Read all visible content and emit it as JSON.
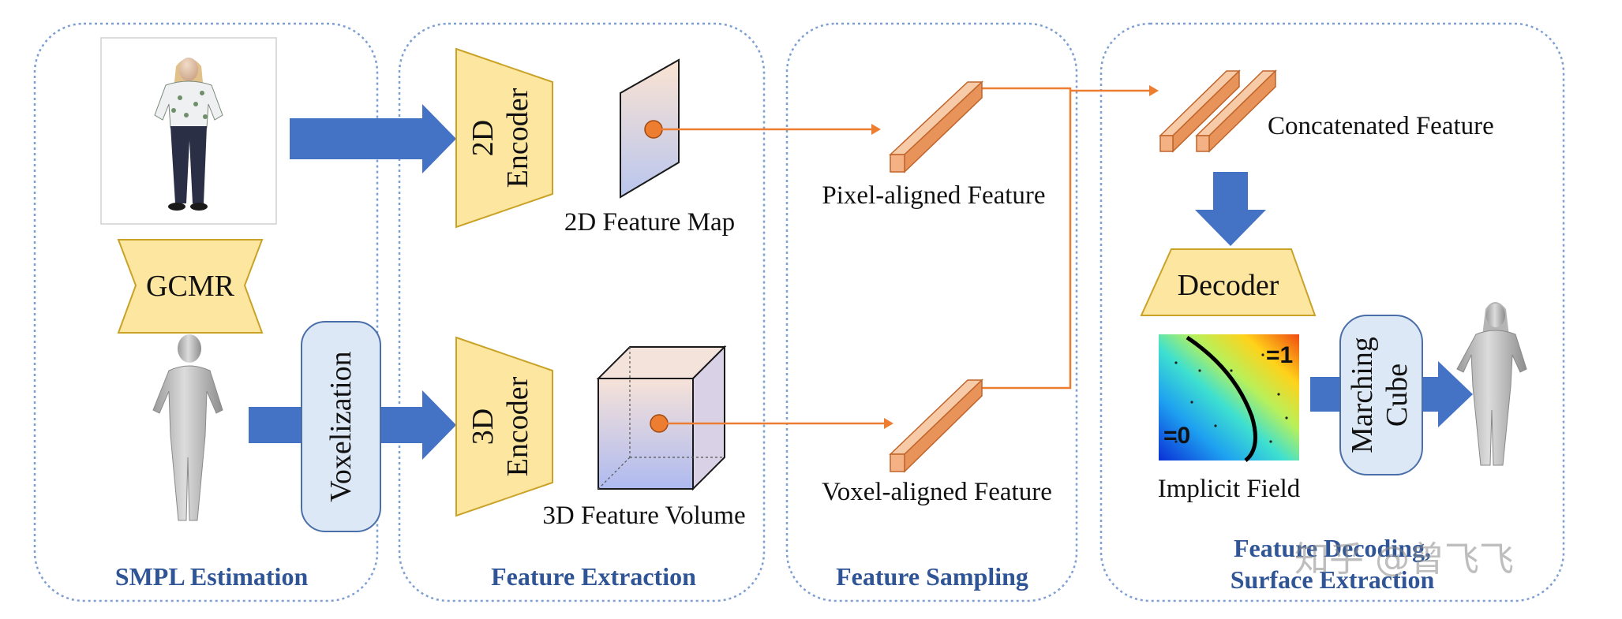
{
  "stages": [
    {
      "id": "smpl",
      "title": "SMPL Estimation"
    },
    {
      "id": "extraction",
      "title": "Feature Extraction"
    },
    {
      "id": "sampling",
      "title": "Feature Sampling"
    },
    {
      "id": "decoding",
      "title_line1": "Feature Decoding,",
      "title_line2": "Surface Extraction"
    }
  ],
  "modules": {
    "gcmr": "GCMR",
    "voxelization": "Voxelization",
    "encoder_2d": {
      "line1": "2D",
      "line2": "Encoder"
    },
    "encoder_3d": {
      "line1": "3D",
      "line2": "Encoder"
    },
    "decoder": "Decoder",
    "marching_cube": {
      "line1": "Marching",
      "line2": "Cube"
    }
  },
  "labels": {
    "feature_map_2d": "2D Feature Map",
    "feature_volume_3d": "3D Feature Volume",
    "pixel_aligned": "Pixel-aligned Feature",
    "voxel_aligned": "Voxel-aligned Feature",
    "concatenated": "Concatenated Feature",
    "implicit_field": "Implicit Field",
    "field_value_one": "=1",
    "field_value_zero": "=0"
  },
  "watermark": "知乎 @曾飞飞",
  "colors": {
    "panel_border": "#7f9fd1",
    "stage_title": "#2f5597",
    "arrow_blue": "#4472c4",
    "encoder_fill": "#fde7a0",
    "encoder_stroke": "#c9a227",
    "module_fill": "#dde8f6",
    "module_stroke": "#4a6fa8",
    "feature_orange": "#f4b183",
    "feature_orange_dark": "#e07b39",
    "connector_orange": "#ed7d31"
  }
}
